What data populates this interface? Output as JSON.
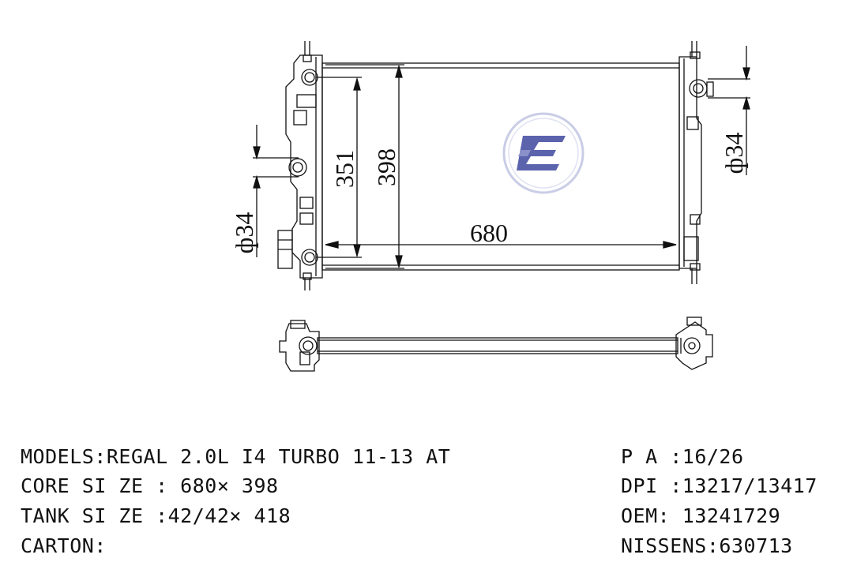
{
  "dimensions": {
    "width": "680",
    "height_outer": "398",
    "height_inner": "351",
    "pipe_left": "ф34",
    "pipe_right": "ф34"
  },
  "specs_left": [
    {
      "label": "MODELS:",
      "value": "REGAL 2.0L I4 TURBO 11-13 AT"
    },
    {
      "label": "CORE SI ZE : ",
      "value": "680× 398"
    },
    {
      "label": "TANK SI ZE :",
      "value": "42/42× 418"
    },
    {
      "label": "CARTON:",
      "value": ""
    }
  ],
  "specs_right": [
    {
      "label": "P A :",
      "value": "16/26"
    },
    {
      "label": "DPI :",
      "value": "13217/13417"
    },
    {
      "label": "OEM: ",
      "value": "13241729"
    },
    {
      "label": "NISSENS:",
      "value": "630713"
    }
  ],
  "colors": {
    "line": "#111111",
    "logo_ring": "#c9cde6",
    "logo_fill": "#5b63ad"
  }
}
